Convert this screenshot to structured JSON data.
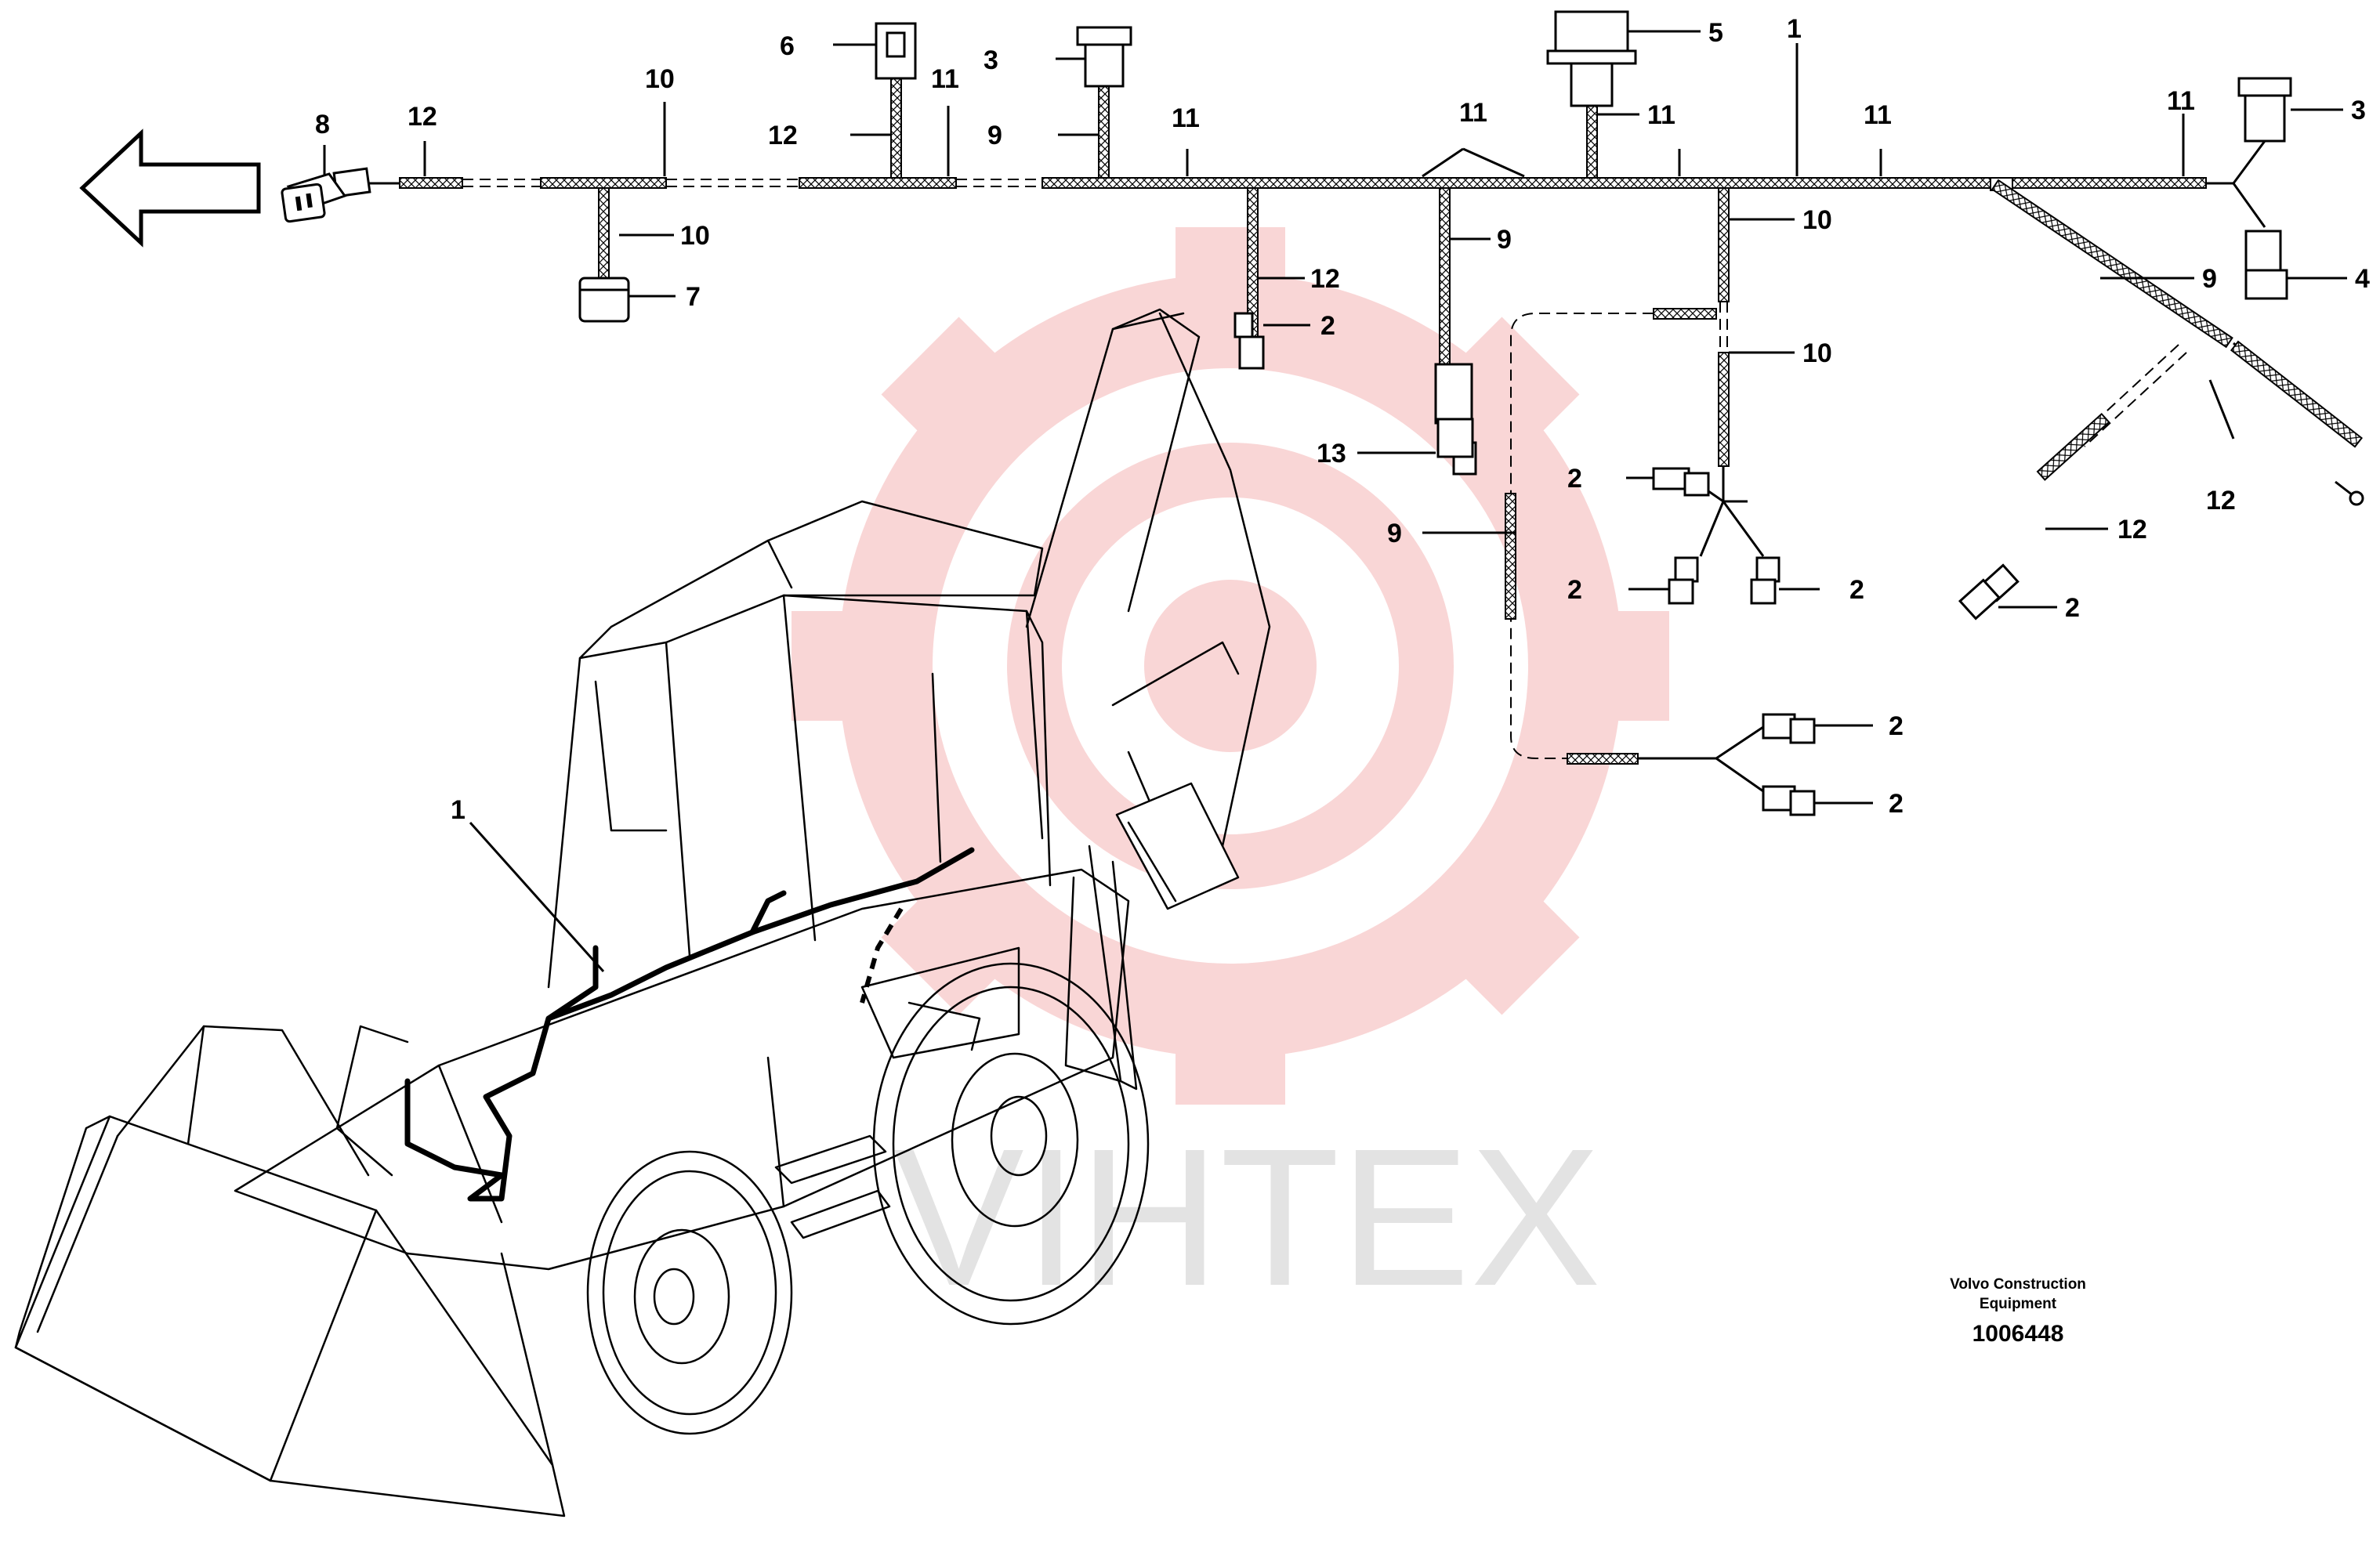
{
  "watermark": {
    "text": "VIHTEX",
    "color": "#f7c9c9"
  },
  "credits": {
    "line1": "Volvo Construction",
    "line2": "Equipment",
    "code": "1006448"
  },
  "callouts": {
    "n1": "1",
    "n2": "2",
    "n3": "3",
    "n4": "4",
    "n5": "5",
    "n6": "6",
    "n7": "7",
    "n8": "8",
    "n9": "9",
    "n10": "10",
    "n11": "11",
    "n12": "12",
    "n13": "13"
  },
  "icons": {
    "direction_arrow": "arrow-left-icon",
    "connector": "connector-plug-icon",
    "ring_terminal": "ring-terminal-icon"
  },
  "colors": {
    "line": "#000000",
    "watermark_gear": "#f7c9c9",
    "watermark_text": "#e3e3e3"
  }
}
